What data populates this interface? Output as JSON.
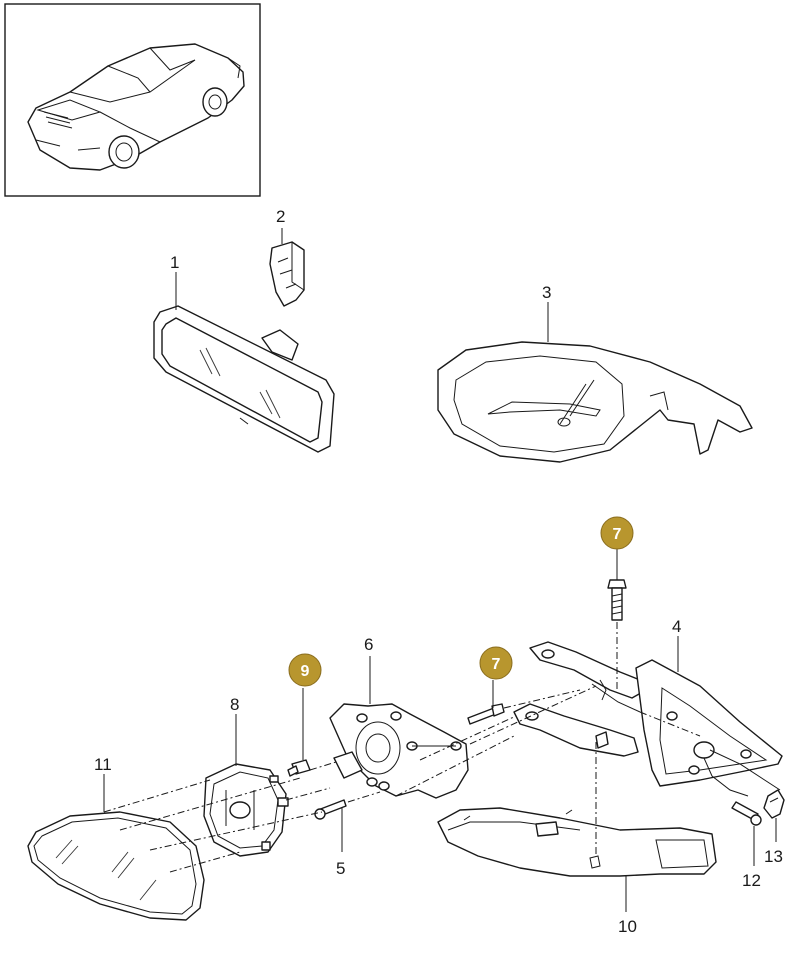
{
  "diagram": {
    "callouts": [
      {
        "id": "1",
        "text": "1"
      },
      {
        "id": "2",
        "text": "2"
      },
      {
        "id": "3",
        "text": "3"
      },
      {
        "id": "4",
        "text": "4"
      },
      {
        "id": "5",
        "text": "5"
      },
      {
        "id": "6",
        "text": "6"
      },
      {
        "id": "8",
        "text": "8"
      },
      {
        "id": "10",
        "text": "10"
      },
      {
        "id": "11",
        "text": "11"
      },
      {
        "id": "12",
        "text": "12"
      },
      {
        "id": "13",
        "text": "13"
      }
    ],
    "badges": [
      {
        "id": "7a",
        "text": "7"
      },
      {
        "id": "7b",
        "text": "7"
      },
      {
        "id": "9",
        "text": "9"
      }
    ],
    "colors": {
      "badge_fill": "#b8962e",
      "line": "#1a1a1a",
      "background": "#ffffff"
    }
  }
}
